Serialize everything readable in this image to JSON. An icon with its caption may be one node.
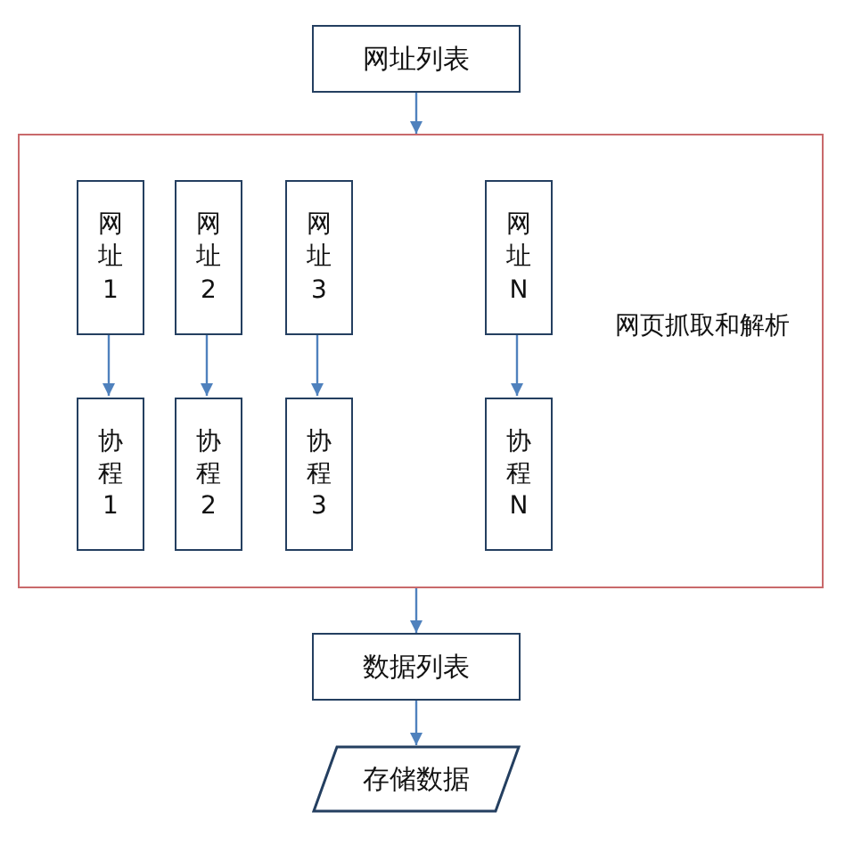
{
  "diagram": {
    "nodes": [
      {
        "text": [
          "网址列表"
        ]
      },
      {
        "text": [
          "网页抓取和解析"
        ]
      },
      {
        "text": [
          "网址1"
        ],
        "in": 1
      },
      {
        "text": [
          "网址2"
        ],
        "in": 1
      },
      {
        "text": [
          "网址3"
        ],
        "in": 1
      },
      {
        "text": [
          "网址N"
        ],
        "in": 1
      },
      {
        "text": [
          "协程1"
        ],
        "in": 1
      },
      {
        "text": [
          "协程2"
        ],
        "in": 1
      },
      {
        "text": [
          "协程3"
        ],
        "in": 1
      },
      {
        "text": [
          "协程N"
        ],
        "in": 1
      },
      {
        "text": [
          "数据列表"
        ]
      },
      {
        "text": [
          "存储数据"
        ]
      }
    ],
    "edges": [
      {
        "from": 0,
        "to": 1,
        "arrow": "to"
      },
      {
        "from": 2,
        "to": 6,
        "arrow": "to"
      },
      {
        "from": 3,
        "to": 7,
        "arrow": "to"
      },
      {
        "from": 4,
        "to": 8,
        "arrow": "to"
      },
      {
        "from": 5,
        "to": 9,
        "arrow": "to"
      },
      {
        "from": 1,
        "to": 10,
        "arrow": "to"
      },
      {
        "from": 10,
        "to": 11,
        "arrow": "to"
      }
    ]
  }
}
